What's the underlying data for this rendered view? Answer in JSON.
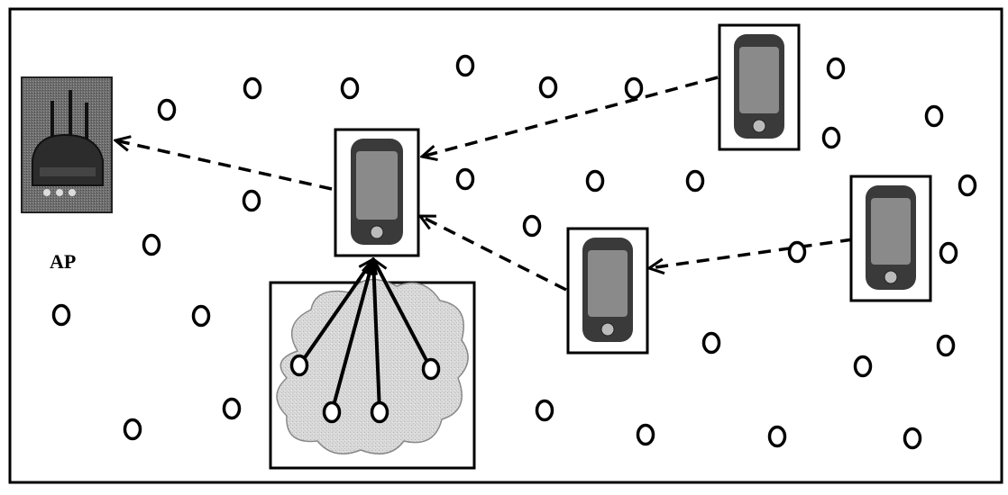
{
  "diagram": {
    "ap_label": "AP",
    "colors": {
      "line": "#000000",
      "background": "#ffffff",
      "cloud_fill": "#dcdcdc",
      "device_body": "#3a3a3a",
      "device_screen": "#8a8a8a",
      "ap_image": "#555555"
    },
    "icons": {
      "access_point": "router-icon",
      "device": "mobile-phone-icon",
      "node": "circle-o-glyph",
      "cluster": "cloud-icon"
    },
    "legend": "none"
  }
}
